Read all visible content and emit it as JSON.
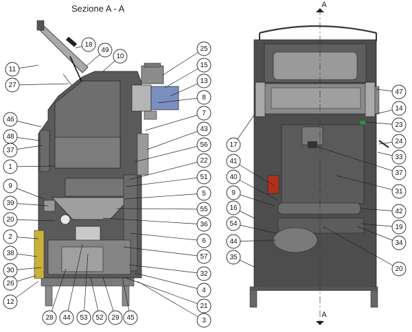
{
  "title": "Sezione A - A",
  "section_marks": {
    "top": "A",
    "bottom": "A"
  },
  "colors": {
    "body_dark": "#4d4d4d",
    "body_mid": "#6f6f6f",
    "body_light": "#a9a9a9",
    "panel_grey": "#8a8a8a",
    "insulation": "#c8b23a",
    "blue_part": "#7b8fbf",
    "red_part": "#b0301c",
    "green_part": "#2f8f3a"
  },
  "left_callouts": [
    "18",
    "49",
    "10",
    "11",
    "27",
    "25",
    "15",
    "13",
    "8",
    "7",
    "46",
    "48",
    "37",
    "43",
    "56",
    "1",
    "22",
    "51",
    "9",
    "5",
    "39",
    "55",
    "20",
    "36",
    "2",
    "6",
    "38",
    "57",
    "30",
    "32",
    "26",
    "4",
    "12",
    "21",
    "28",
    "44",
    "53",
    "52",
    "29",
    "45",
    "3"
  ],
  "right_callouts": [
    "47",
    "14",
    "23",
    "17",
    "24",
    "33",
    "37",
    "41",
    "40",
    "31",
    "9",
    "42",
    "16",
    "19",
    "54",
    "34",
    "44",
    "35",
    "20"
  ]
}
